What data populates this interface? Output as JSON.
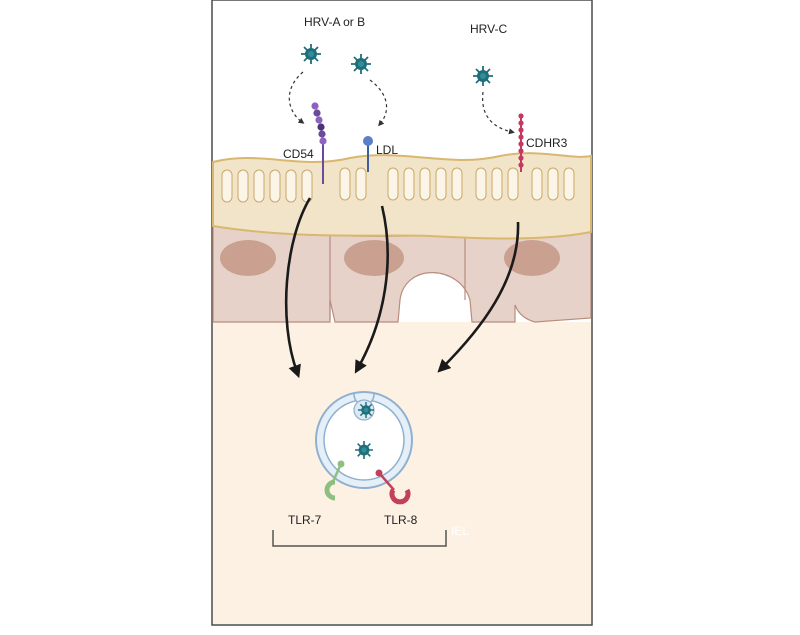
{
  "labels": {
    "hrv_ab": "HRV-A or B",
    "hrv_c": "HRV-C",
    "cd54": "CD54",
    "ldl": "LDL",
    "cdhr3": "CDHR3",
    "tlr7": "TLR-7",
    "tlr8": "TLR-8",
    "iel": "IEL"
  },
  "colors": {
    "virus": "#1f6e7a",
    "cd54": "#7a4ba8",
    "ldl": "#5b7fc8",
    "cdhr3": "#c23a62",
    "tlr7": "#8fbf7e",
    "tlr8": "#c2405a",
    "lamina": "#fdf1e4",
    "epithelium": "#e6d2c8",
    "brush_border": "#f2e4c8",
    "nucleus": "#caa090",
    "endosome": "#dbe9f5",
    "endosome_outline": "#8fb0cf",
    "iel_label": "#ffffff"
  },
  "icons": [
    "virus-icon",
    "receptor-icon",
    "endosome-icon",
    "arrow-icon"
  ]
}
